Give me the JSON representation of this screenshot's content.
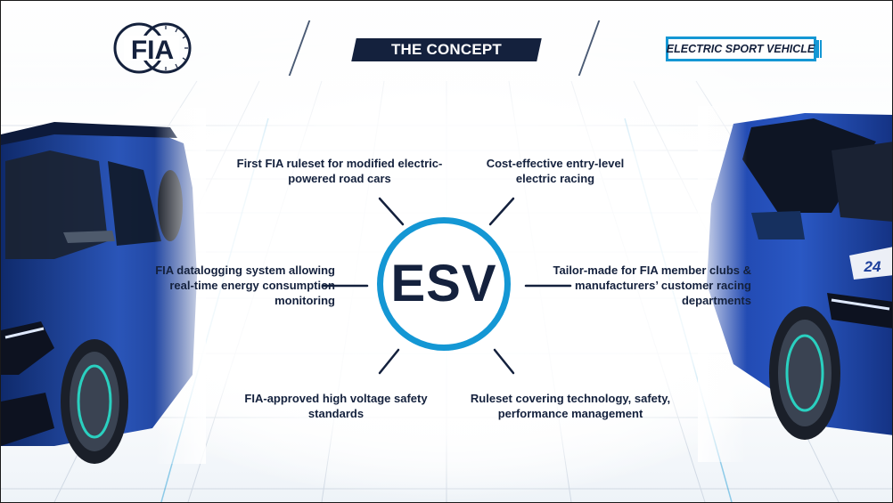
{
  "header": {
    "logo_text": "FIA",
    "title": "THE CONCEPT",
    "badge": "ELECTRIC SPORT VEHICLE"
  },
  "center": {
    "label": "ESV"
  },
  "callouts": {
    "top_left": "First FIA ruleset for modified electric-powered road cars",
    "top_right": "Cost-effective entry-level electric racing",
    "middle_left": "FIA datalogging system allowing real-time energy consumption monitoring",
    "middle_right": "Tailor-made for FIA member clubs & manufacturers’ customer racing departments",
    "bottom_left": "FIA-approved high voltage safety standards",
    "bottom_right": "Ruleset covering technology, safety, performance management"
  },
  "car_right": {
    "number": "24"
  },
  "colors": {
    "navy": "#14213d",
    "accent_blue": "#1497d4",
    "car_blue": "#1c3f9c"
  }
}
